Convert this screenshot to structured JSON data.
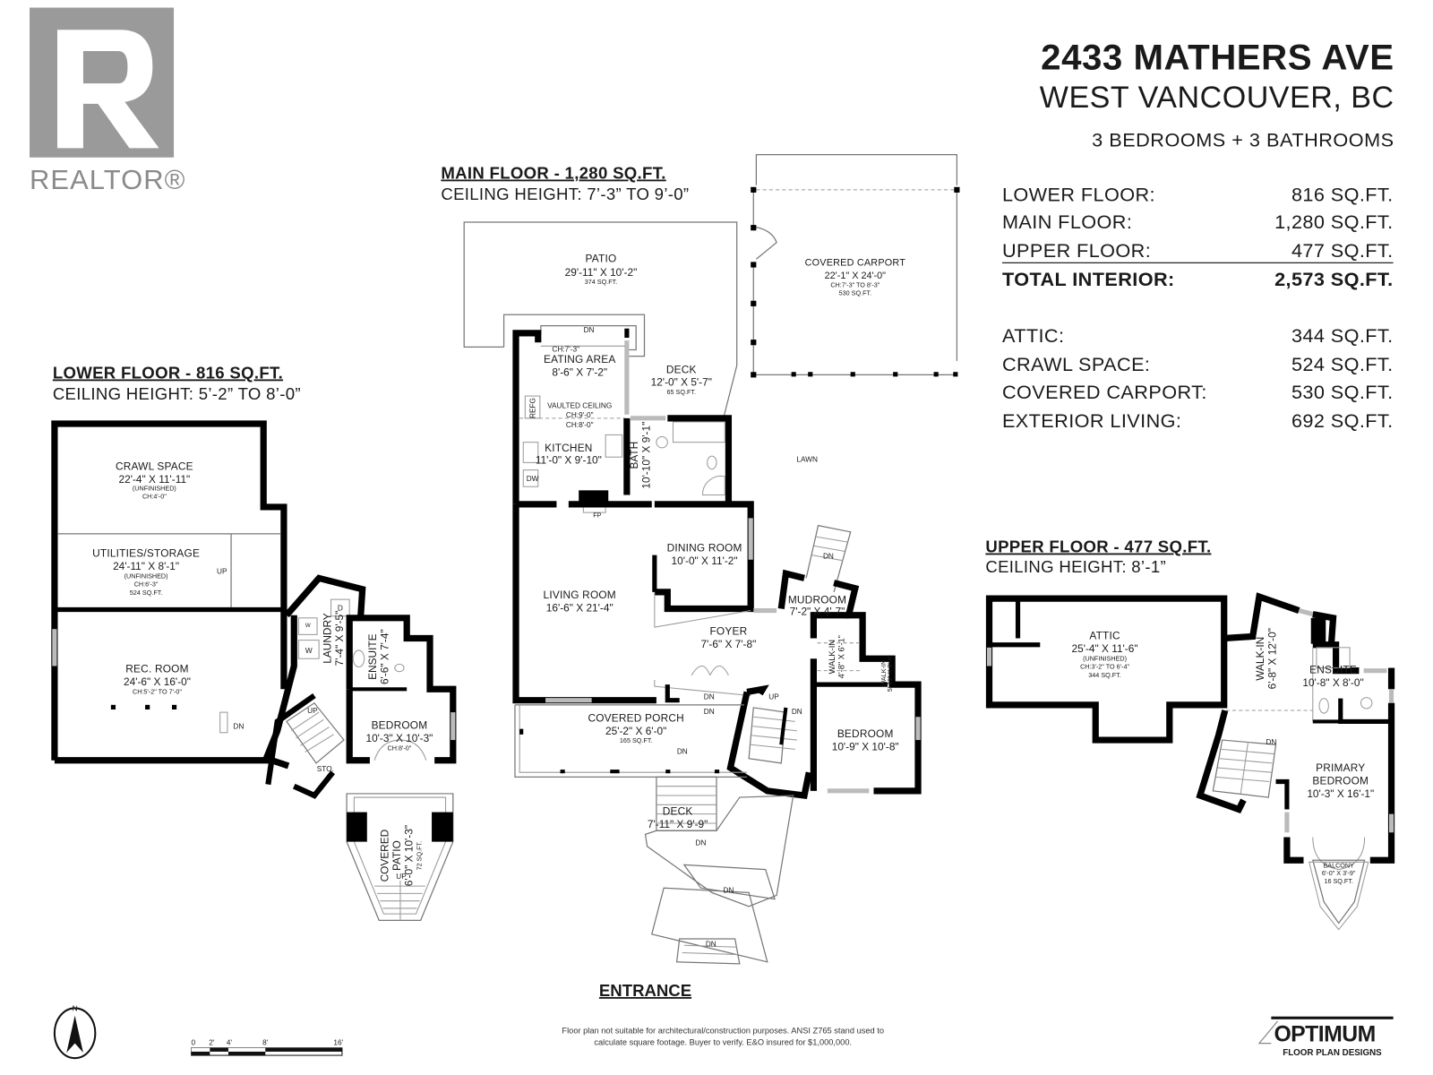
{
  "branding": {
    "realtor_logo_text": "REALTOR®",
    "designer_logo": "OPTIMUM",
    "designer_tagline": "FLOOR PLAN DESIGNS"
  },
  "property": {
    "address": "2433 MATHERS AVE",
    "city": "WEST VANCOUVER, BC",
    "summary": "3 BEDROOMS + 3 BATHROOMS"
  },
  "area_summary": [
    {
      "label": "LOWER FLOOR:",
      "value": "816 SQ.FT."
    },
    {
      "label": "MAIN FLOOR:",
      "value": "1,280 SQ.FT."
    },
    {
      "label": "UPPER FLOOR:",
      "value": "477 SQ.FT."
    },
    {
      "label": "TOTAL INTERIOR:",
      "value": "2,573 SQ.FT."
    },
    {
      "label": "ATTIC:",
      "value": "344 SQ.FT."
    },
    {
      "label": "CRAWL SPACE:",
      "value": "524 SQ.FT."
    },
    {
      "label": "COVERED CARPORT:",
      "value": "530 SQ.FT."
    },
    {
      "label": "EXTERIOR LIVING:",
      "value": "692 SQ.FT."
    }
  ],
  "floors": {
    "lower": {
      "title": "LOWER FLOOR - 816 SQ.FT.",
      "ceiling": "CEILING HEIGHT: 5’-2” TO 8’-0”",
      "rooms": [
        {
          "name": "CRAWL SPACE",
          "dims": "22'-4\" X 11'-11\"",
          "notes": [
            "(UNFINISHED)",
            "CH:4'-0\""
          ]
        },
        {
          "name": "UTILITIES/STORAGE",
          "dims": "24'-11\" X 8'-1\"",
          "notes": [
            "(UNFINISHED)",
            "CH:6'-3\"",
            "524 SQ.FT."
          ]
        },
        {
          "name": "REC. ROOM",
          "dims": "24'-6\" X 16'-0\"",
          "notes": [
            "CH:5'-2\" TO 7'-0\""
          ]
        },
        {
          "name": "LAUNDRY",
          "dims": "7'-4\" X 9'-5\"",
          "notes": []
        },
        {
          "name": "ENSUITE",
          "dims": "6'-6\" X 7'-4\"",
          "notes": []
        },
        {
          "name": "BEDROOM",
          "dims": "10'-3\" X 10'-3\"",
          "notes": [
            "CH:8'-0\""
          ]
        },
        {
          "name": "COVERED",
          "dims": "6'-0\" X 10'-3\"",
          "notes": [
            "PATIO",
            "72 SQ.FT."
          ]
        }
      ],
      "labels": {
        "up1": "UP",
        "dn1": "DN",
        "up2": "UP",
        "sto": "STO.",
        "up3": "UP",
        "washer": "W",
        "dryer": "D"
      }
    },
    "main": {
      "title": "MAIN FLOOR - 1,280 SQ.FT.",
      "ceiling": "CEILING HEIGHT: 7’-3” TO 9’-0”",
      "rooms": [
        {
          "name": "PATIO",
          "dims": "29'-11\" X 10'-2\"",
          "notes": [
            "374 SQ.FT."
          ]
        },
        {
          "name": "EATING AREA",
          "dims": "8'-6\" X 7'-2\"",
          "notes": [
            "CH:7'-3\""
          ]
        },
        {
          "name": "DECK",
          "dims": "12'-0\" X 5'-7\"",
          "notes": [
            "65 SQ.FT."
          ]
        },
        {
          "name": "KITCHEN",
          "dims": "11'-0\" X 9'-10\"",
          "notes": [
            "VAULTED CEILING",
            "CH:9'-0\"",
            "CH:8'-0\""
          ]
        },
        {
          "name": "BATH",
          "dims": "10'-10\" X 9'-1\"",
          "notes": []
        },
        {
          "name": "COVERED CARPORT",
          "dims": "22'-1\" X 24'-0\"",
          "notes": [
            "CH:7'-3\" TO 8'-3\"",
            "530 SQ.FT."
          ]
        },
        {
          "name": "DINING ROOM",
          "dims": "10'-0\" X 11'-2\"",
          "notes": []
        },
        {
          "name": "LIVING ROOM",
          "dims": "16'-6\" X 21'-4\"",
          "notes": []
        },
        {
          "name": "MUDROOM",
          "dims": "7'-2\" X 4'-7\"",
          "notes": []
        },
        {
          "name": "FOYER",
          "dims": "7'-6\" X 7'-8\"",
          "notes": []
        },
        {
          "name": "WALK-IN",
          "dims": "4'-8\" X 6'-1\"",
          "notes": []
        },
        {
          "name": "WALK-IN",
          "dims": "5'-11\" X 3'-8\"",
          "notes": []
        },
        {
          "name": "BEDROOM",
          "dims": "10'-9\" X 10'-8\"",
          "notes": []
        },
        {
          "name": "COVERED PORCH",
          "dims": "25'-2\" X 6'-0\"",
          "notes": [
            "165 SQ.FT."
          ]
        },
        {
          "name": "DECK",
          "dims": "7'-11\" X 9'-9\"",
          "notes": []
        }
      ],
      "labels": {
        "refg": "REFG",
        "dw": "DW",
        "fp": "FP",
        "lawn": "LAWN",
        "dn_patio": "DN",
        "dn_mud": "DN",
        "dn_foyer": "DN",
        "dn_porch_top": "DN",
        "up_stair": "UP",
        "dn_stair": "DN",
        "dn_porch": "DN",
        "dn_deck1": "DN",
        "dn_deck2": "DN",
        "dn_deck3": "DN",
        "entrance": "ENTRANCE"
      }
    },
    "upper": {
      "title": "UPPER FLOOR - 477 SQ.FT.",
      "ceiling": "CEILING HEIGHT: 8’-1”",
      "rooms": [
        {
          "name": "ATTIC",
          "dims": "25'-4\" X 11'-6\"",
          "notes": [
            "(UNFINISHED)",
            "CH:3'-2\" TO 6'-4\"",
            "344 SQ.FT."
          ]
        },
        {
          "name": "WALK-IN",
          "dims": "6'-8\" X 12'-0\"",
          "notes": []
        },
        {
          "name": "ENSUITE",
          "dims": "10'-8\" X 8'-0\"",
          "notes": []
        },
        {
          "name": "PRIMARY",
          "dims": "10'-3\" X 16'-1\"",
          "notes": [
            "BEDROOM"
          ]
        },
        {
          "name": "BALCONY",
          "dims": "6'-0\" X 3'-9\"",
          "notes": [
            "16 SQ.FT."
          ]
        }
      ],
      "labels": {
        "dn": "DN"
      }
    }
  },
  "scale_bar": {
    "ticks": [
      "0",
      "2'",
      "4'",
      "8'",
      "16'"
    ]
  },
  "north_arrow": {
    "label": "N",
    "icon": "north-arrow-icon"
  },
  "disclaimer": [
    "Floor plan not suitable for architectural/construction purposes. ANSI Z765 stand used to",
    "calculate square footage. Buyer to verify.  E&O insured for $1,000,000."
  ],
  "colors": {
    "walls": "#000000",
    "realtor_logo": "#9a9a9a",
    "thin_lines": "#777777",
    "windows": "#bbbbbb"
  }
}
